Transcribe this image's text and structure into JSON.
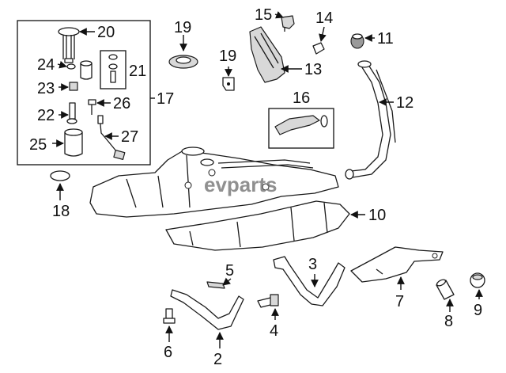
{
  "watermark": "evparts",
  "callouts": {
    "c1": "2",
    "c2": "3",
    "c3": "4",
    "c4": "5",
    "c5": "6",
    "c6": "7",
    "c7": "8",
    "c8": "9",
    "c9": "10",
    "c10": "11",
    "c11": "12",
    "c12": "13",
    "c13": "14",
    "c14": "15",
    "c15": "16",
    "c16": "17",
    "c17": "18",
    "c18": "19",
    "c19": "19",
    "c20": "20",
    "c21": "21",
    "c22": "22",
    "c23": "23",
    "c24": "24",
    "c25": "25",
    "c26": "26",
    "c27": "27"
  }
}
